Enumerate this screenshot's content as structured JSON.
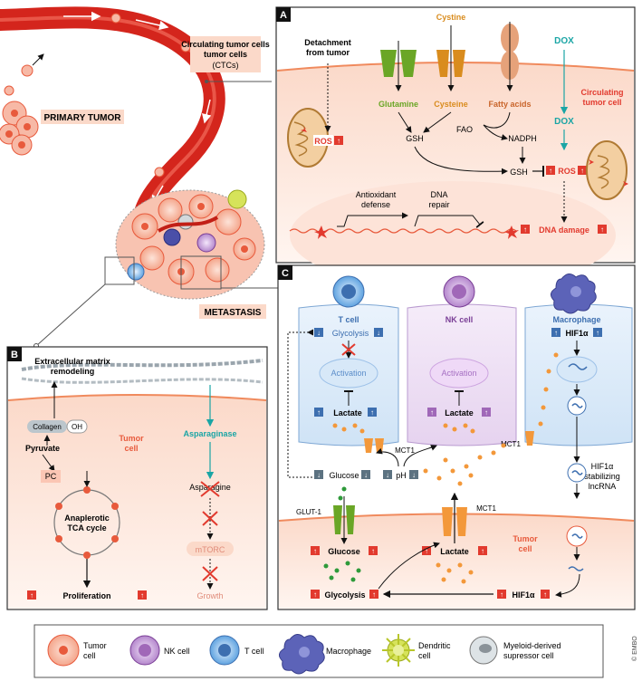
{
  "colors": {
    "vessel": "#d4251c",
    "tumor_pink": "#f7b9a6",
    "tumor_core": "#e85a3c",
    "membrane": "#f08a5d",
    "teal": "#1aa5a5",
    "green": "#6aa626",
    "cystine": "#d98c1e",
    "fatty": "#c9652b",
    "blue_label": "#3d6fb0",
    "nk_purple": "#a068b8",
    "red_arrow": "#e23a2e",
    "orange_dot": "#f3983a"
  },
  "overview": {
    "ctc_label": "Circulating tumor cells",
    "ctc_abbrev": "(CTCs)",
    "primary_tumor": "PRIMARY TUMOR",
    "metastasis": "METASTASIS"
  },
  "panel_a": {
    "letter": "A",
    "detachment": [
      "Detachment",
      "from tumor"
    ],
    "cystine": "Cystine",
    "dox_top": "DOX",
    "glutamine": "Glutamine",
    "cysteine": "Cysteine",
    "fatty_acids": "Fatty acids",
    "dox_mid": "DOX",
    "ctc_label": [
      "Circulating",
      "tumor cell"
    ],
    "ros_left": "ROS",
    "gsh_top": "GSH",
    "fao": "FAO",
    "nadph": "NADPH",
    "gsh_mid": "GSH",
    "ros_right": "ROS",
    "antioxidant": [
      "Antioxidant",
      "defense"
    ],
    "dna_repair": [
      "DNA",
      "repair"
    ],
    "dna_damage": "DNA damage"
  },
  "panel_b": {
    "letter": "B",
    "ecm": [
      "Extracellular matrix",
      "remodeling"
    ],
    "collagen": "Collagen",
    "oh": "OH",
    "tumor_cell": [
      "Tumor",
      "cell"
    ],
    "pyruvate": "Pyruvate",
    "asparaginase": "Asparaginase",
    "pc": "PC",
    "asparagine": "Asparagine",
    "tca": [
      "Anaplerotic",
      "TCA cycle"
    ],
    "mtorc": "mTORC",
    "growth": "Growth",
    "proliferation": "Proliferation"
  },
  "panel_c": {
    "letter": "C",
    "t_cell": "T cell",
    "nk_cell": "NK cell",
    "macrophage": "Macrophage",
    "glycolysis_t": "Glycolysis",
    "hif1a_top": "HIF1α",
    "activation_t": "Activation",
    "activation_nk": "Activation",
    "lactate_t": "Lactate",
    "lactate_nk": "Lactate",
    "mct1_mid": "MCT1",
    "mct1_right": "MCT1",
    "glucose_low": "Glucose",
    "ph_low": "pH",
    "hif1a_stab": [
      "HIF1α",
      "stabilizing",
      "lncRNA"
    ],
    "glut1": "GLUT-1",
    "mct1_tumor": "MCT1",
    "glucose_tumor": "Glucose",
    "lactate_tumor": "Lactate",
    "tumor_cell": [
      "Tumor",
      "cell"
    ],
    "glycolysis_tumor": "Glycolysis",
    "hif1a_tumor": "HIF1α"
  },
  "legend": {
    "items": [
      {
        "label": [
          "Tumor",
          "cell"
        ]
      },
      {
        "label": [
          "NK cell"
        ]
      },
      {
        "label": [
          "T cell"
        ]
      },
      {
        "label": [
          "Macrophage"
        ]
      },
      {
        "label": [
          "Dendritic",
          "cell"
        ]
      },
      {
        "label": [
          "Myeloid-derived",
          "supressor cell"
        ]
      }
    ]
  },
  "credit": "© EMBO"
}
